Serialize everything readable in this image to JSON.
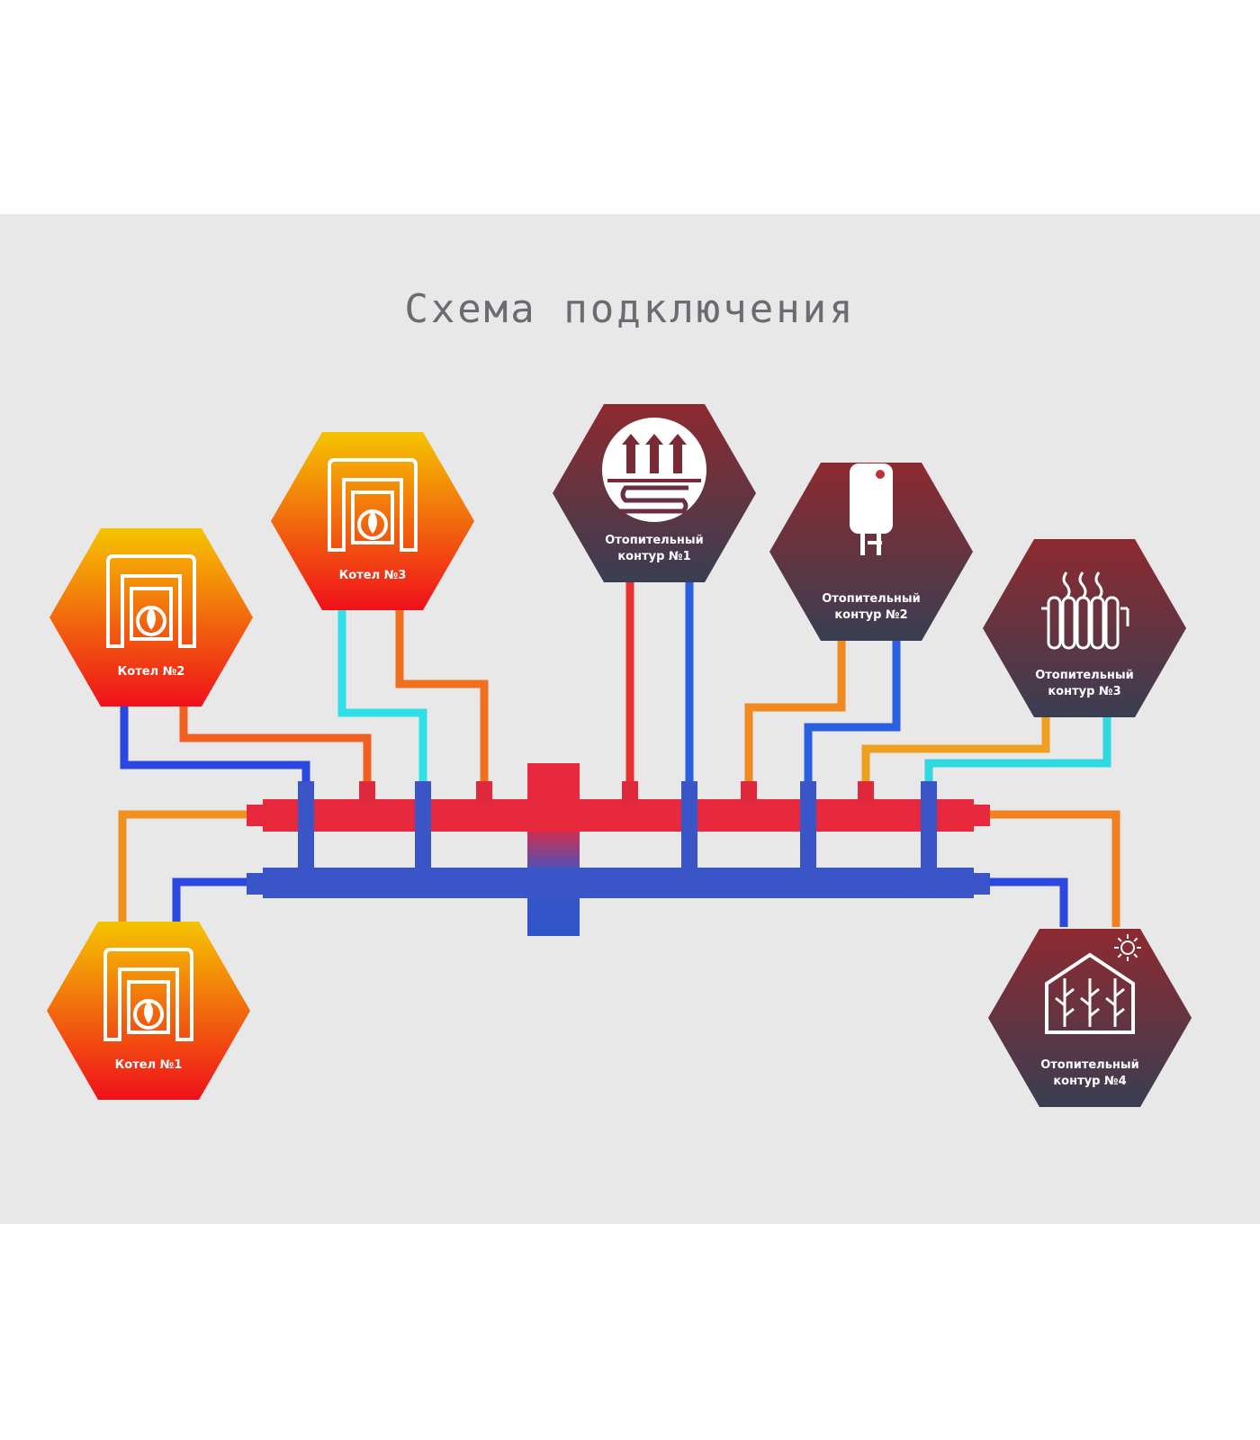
{
  "title": "Схема подключения",
  "colors": {
    "background": "#e8e8e8",
    "hot": "#e8283c",
    "cold": "#2e55c8",
    "boiler_top": "#f5c400",
    "boiler_bottom": "#f0101a",
    "circuit_top": "#8e2a30",
    "circuit_bottom": "#3a3e52"
  },
  "nodes": [
    {
      "id": "boiler-1",
      "type": "boiler",
      "icon": "boiler-icon",
      "lines": [
        "Котел №1"
      ]
    },
    {
      "id": "boiler-2",
      "type": "boiler",
      "icon": "boiler-icon",
      "lines": [
        "Котел №2"
      ]
    },
    {
      "id": "boiler-3",
      "type": "boiler",
      "icon": "boiler-icon",
      "lines": [
        "Котел №3"
      ]
    },
    {
      "id": "circuit-1",
      "type": "circuit",
      "icon": "underfloor-heating-icon",
      "lines": [
        "Отопительный",
        "контур №1"
      ]
    },
    {
      "id": "circuit-2",
      "type": "circuit",
      "icon": "water-heater-icon",
      "lines": [
        "Отопительный",
        "контур №2"
      ]
    },
    {
      "id": "circuit-3",
      "type": "circuit",
      "icon": "radiator-icon",
      "lines": [
        "Отопительный",
        "контур №3"
      ]
    },
    {
      "id": "circuit-4",
      "type": "circuit",
      "icon": "greenhouse-icon",
      "lines": [
        "Отопительный",
        "контур №4"
      ]
    }
  ]
}
